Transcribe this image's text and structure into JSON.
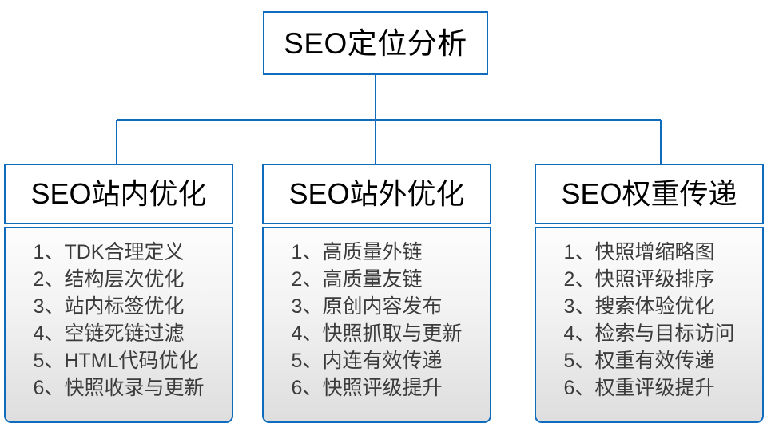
{
  "diagram": {
    "title": "SEO定位分析",
    "root": {
      "label": "SEO定位分析"
    },
    "branches": [
      {
        "header": "SEO站内优化",
        "items": [
          "1、TDK合理定义",
          "2、结构层次优化",
          "3、站内标签优化",
          "4、空链死链过滤",
          "5、HTML代码优化",
          "6、快照收录与更新"
        ]
      },
      {
        "header": "SEO站外优化",
        "items": [
          "1、高质量外链",
          "2、高质量友链",
          "3、原创内容发布",
          "4、快照抓取与更新",
          "5、内连有效传递",
          "6、快照评级提升"
        ]
      },
      {
        "header": "SEO权重传递",
        "items": [
          "1、快照增缩略图",
          "2、快照评级排序",
          "3、搜索体验优化",
          "4、检索与目标访问",
          "5、权重有效传递",
          "6、权重评级提升"
        ]
      }
    ],
    "colors": {
      "border": "#0f6cbd",
      "connector": "#0f6cbd",
      "header_text": "#000000",
      "item_text": "#3b3b3b",
      "box_fill": "#ffffff",
      "body_fill_top": "#fdfdfd",
      "body_fill_bottom": "#dedede",
      "background": "#ffffff"
    }
  }
}
